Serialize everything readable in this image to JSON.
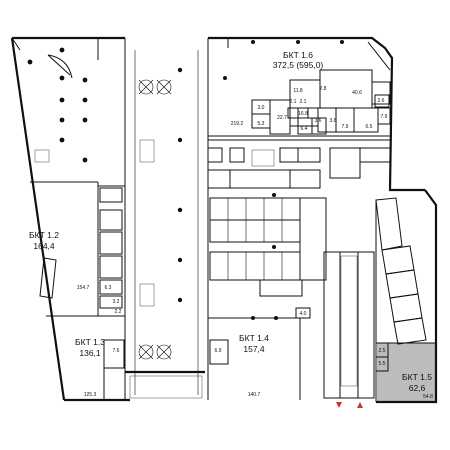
{
  "plan": {
    "units": [
      {
        "id": "bkt16",
        "name": "БКТ 1.6",
        "area": "372,5 (595,0)"
      },
      {
        "id": "bkt12",
        "name": "БКТ 1.2",
        "area": "164,4"
      },
      {
        "id": "bkt13",
        "name": "БКТ 1.3",
        "area": "136,1"
      },
      {
        "id": "bkt14",
        "name": "БКТ 1.4",
        "area": "157,4"
      },
      {
        "id": "bkt15",
        "name": "БКТ 1.5",
        "area": "62,6"
      }
    ],
    "room_labels": {
      "r118": "11.8",
      "r406": "40.6",
      "r21a": "2.1",
      "r21b": "2.1",
      "r28": "2.8",
      "r26": "2.6",
      "r30": "3.0",
      "r227": "22.7",
      "r168": "16.8",
      "r79a": "7.9",
      "r65": "6.5",
      "r36a": "3.6",
      "r36b": "3.6",
      "r64": "6.4",
      "r79b": "7.9",
      "r2192": "219.2",
      "r53": "5.3",
      "r1547": "154.7",
      "r63": "6.3",
      "r32": "3.2",
      "r22": "2.2",
      "r1253": "125.3",
      "r76": "7.6",
      "r69": "6.9",
      "r1407": "140.7",
      "r40": "4.0",
      "r25": "2.5",
      "r55": "5.5",
      "r548": "54.8"
    }
  }
}
